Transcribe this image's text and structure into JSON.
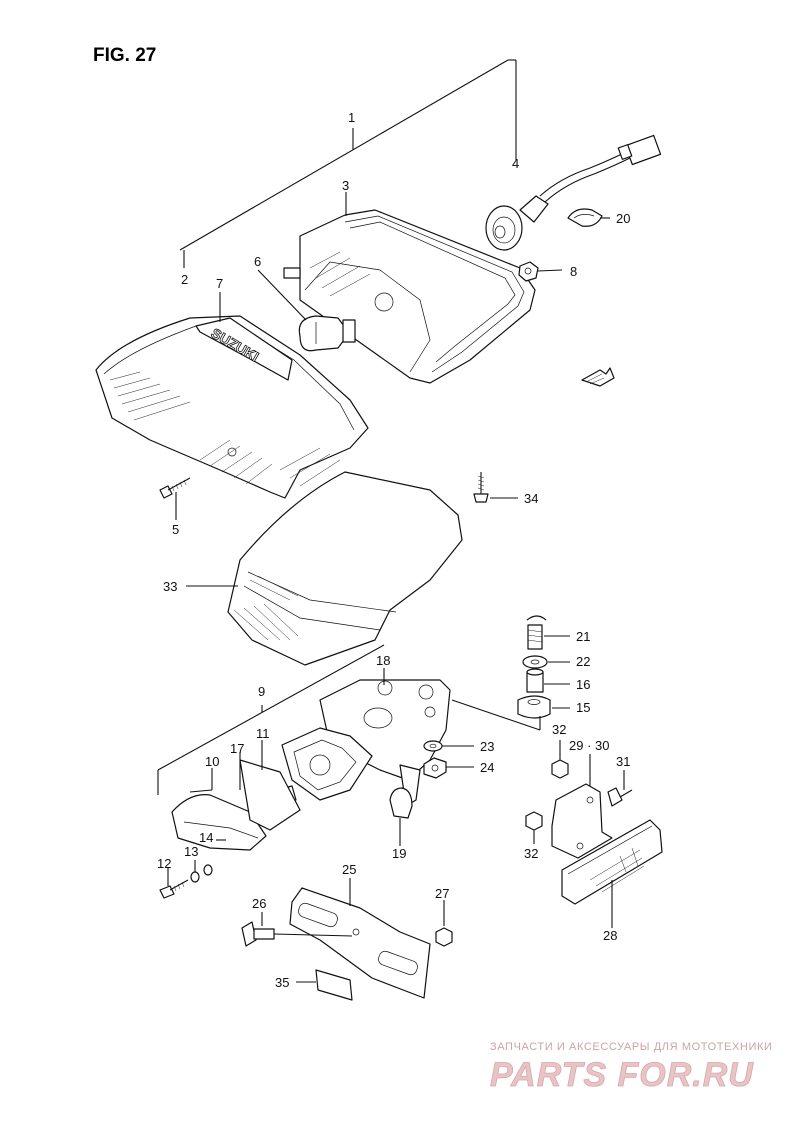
{
  "figure": {
    "title": "FIG. 27"
  },
  "labels": {
    "l1": "1",
    "l2": "2",
    "l3": "3",
    "l4": "4",
    "l5": "5",
    "l6": "6",
    "l7": "7",
    "l8": "8",
    "l9": "9",
    "l10": "10",
    "l11": "11",
    "l12": "12",
    "l13": "13",
    "l14": "14",
    "l15": "15",
    "l16": "16",
    "l17": "17",
    "l18": "18",
    "l19": "19",
    "l20": "20",
    "l21": "21",
    "l22": "22",
    "l23": "23",
    "l24": "24",
    "l25": "25",
    "l26": "26",
    "l27": "27",
    "l28": "28",
    "l2930": "29 · 30",
    "l31": "31",
    "l32a": "32",
    "l32b": "32",
    "l33": "33",
    "l34": "34",
    "l35": "35"
  },
  "lens_logo": "SUZUKI",
  "watermark": {
    "caption": "ЗАПЧАСТИ И АКСЕССУАРЫ ДЛЯ МОТОТЕХНИКИ",
    "brand": "PARTS FOR.RU"
  }
}
